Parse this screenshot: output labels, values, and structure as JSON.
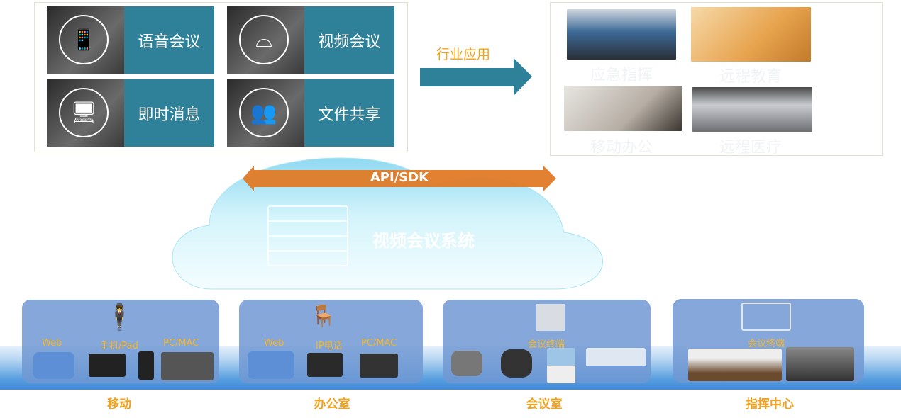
{
  "features": [
    {
      "label": "语音会议",
      "icon": "phone-icon"
    },
    {
      "label": "视频会议",
      "icon": "conference-camera-icon"
    },
    {
      "label": "即时消息",
      "icon": "computer-icon"
    },
    {
      "label": "文件共享",
      "icon": "people-group-icon"
    }
  ],
  "industry_arrow_label": "行业应用",
  "applications": [
    "应急指挥",
    "远程教育",
    "移动办公",
    "远程医疗"
  ],
  "api_label": "API/SDK",
  "cloud_label": "视频会议系统",
  "scenarios": [
    {
      "title": "移动",
      "items": [
        "Web",
        "手机/Pad",
        "PC/MAC"
      ]
    },
    {
      "title": "办公室",
      "items": [
        "Web",
        "IP电话",
        "PC/MAC"
      ]
    },
    {
      "title": "会议室",
      "items": [
        "会议终端"
      ]
    },
    {
      "title": "指挥中心",
      "items": [
        "会议终端"
      ]
    }
  ],
  "colors": {
    "teal": "#2e8199",
    "orange": "#e07a26",
    "label_orange": "#f2a21c",
    "panel": "#7098d2"
  }
}
